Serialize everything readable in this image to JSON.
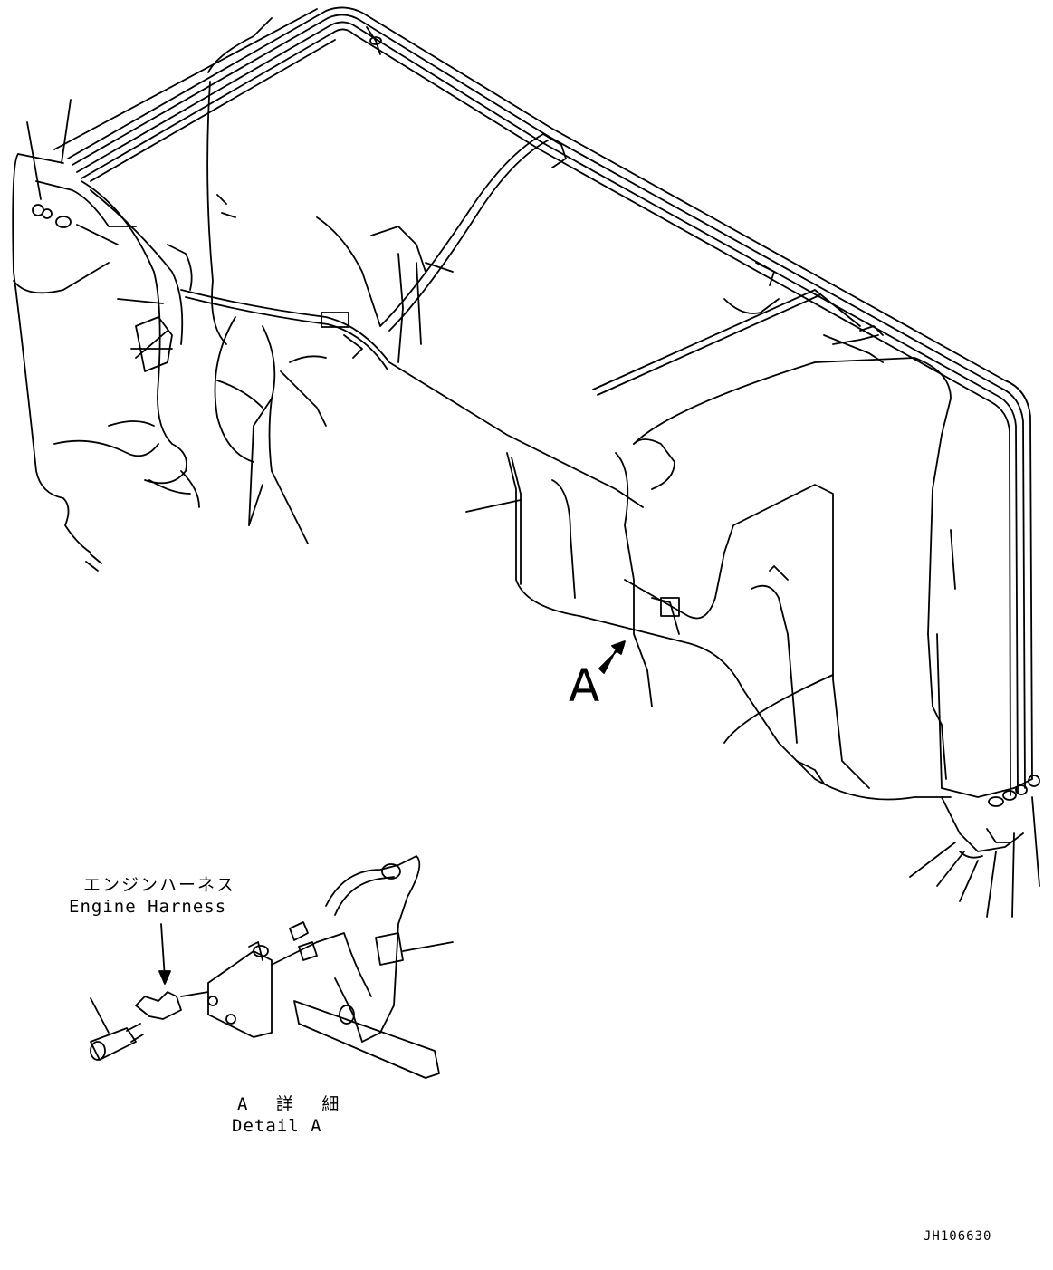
{
  "labels": {
    "engine_harness_jp": "エンジンハーネス",
    "engine_harness_en": "Engine Harness",
    "detail_jp": "A 詳 細",
    "detail_en": "Detail A",
    "view_marker": "A",
    "drawing_code": "JH106630"
  },
  "colors": {
    "line": "#000000",
    "background": "#ffffff"
  }
}
